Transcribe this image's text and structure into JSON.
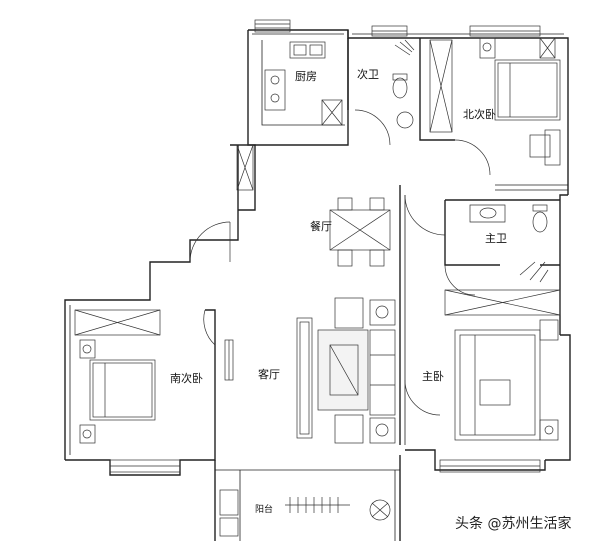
{
  "rooms": {
    "kitchen": "厨房",
    "second_bath": "次卫",
    "north_bedroom": "北次卧",
    "dining": "餐厅",
    "master_bath": "主卫",
    "south_bedroom": "南次卧",
    "living": "客厅",
    "master_bedroom": "主卧",
    "balcony": "阳台"
  },
  "watermark": "头条 @苏州生活家"
}
